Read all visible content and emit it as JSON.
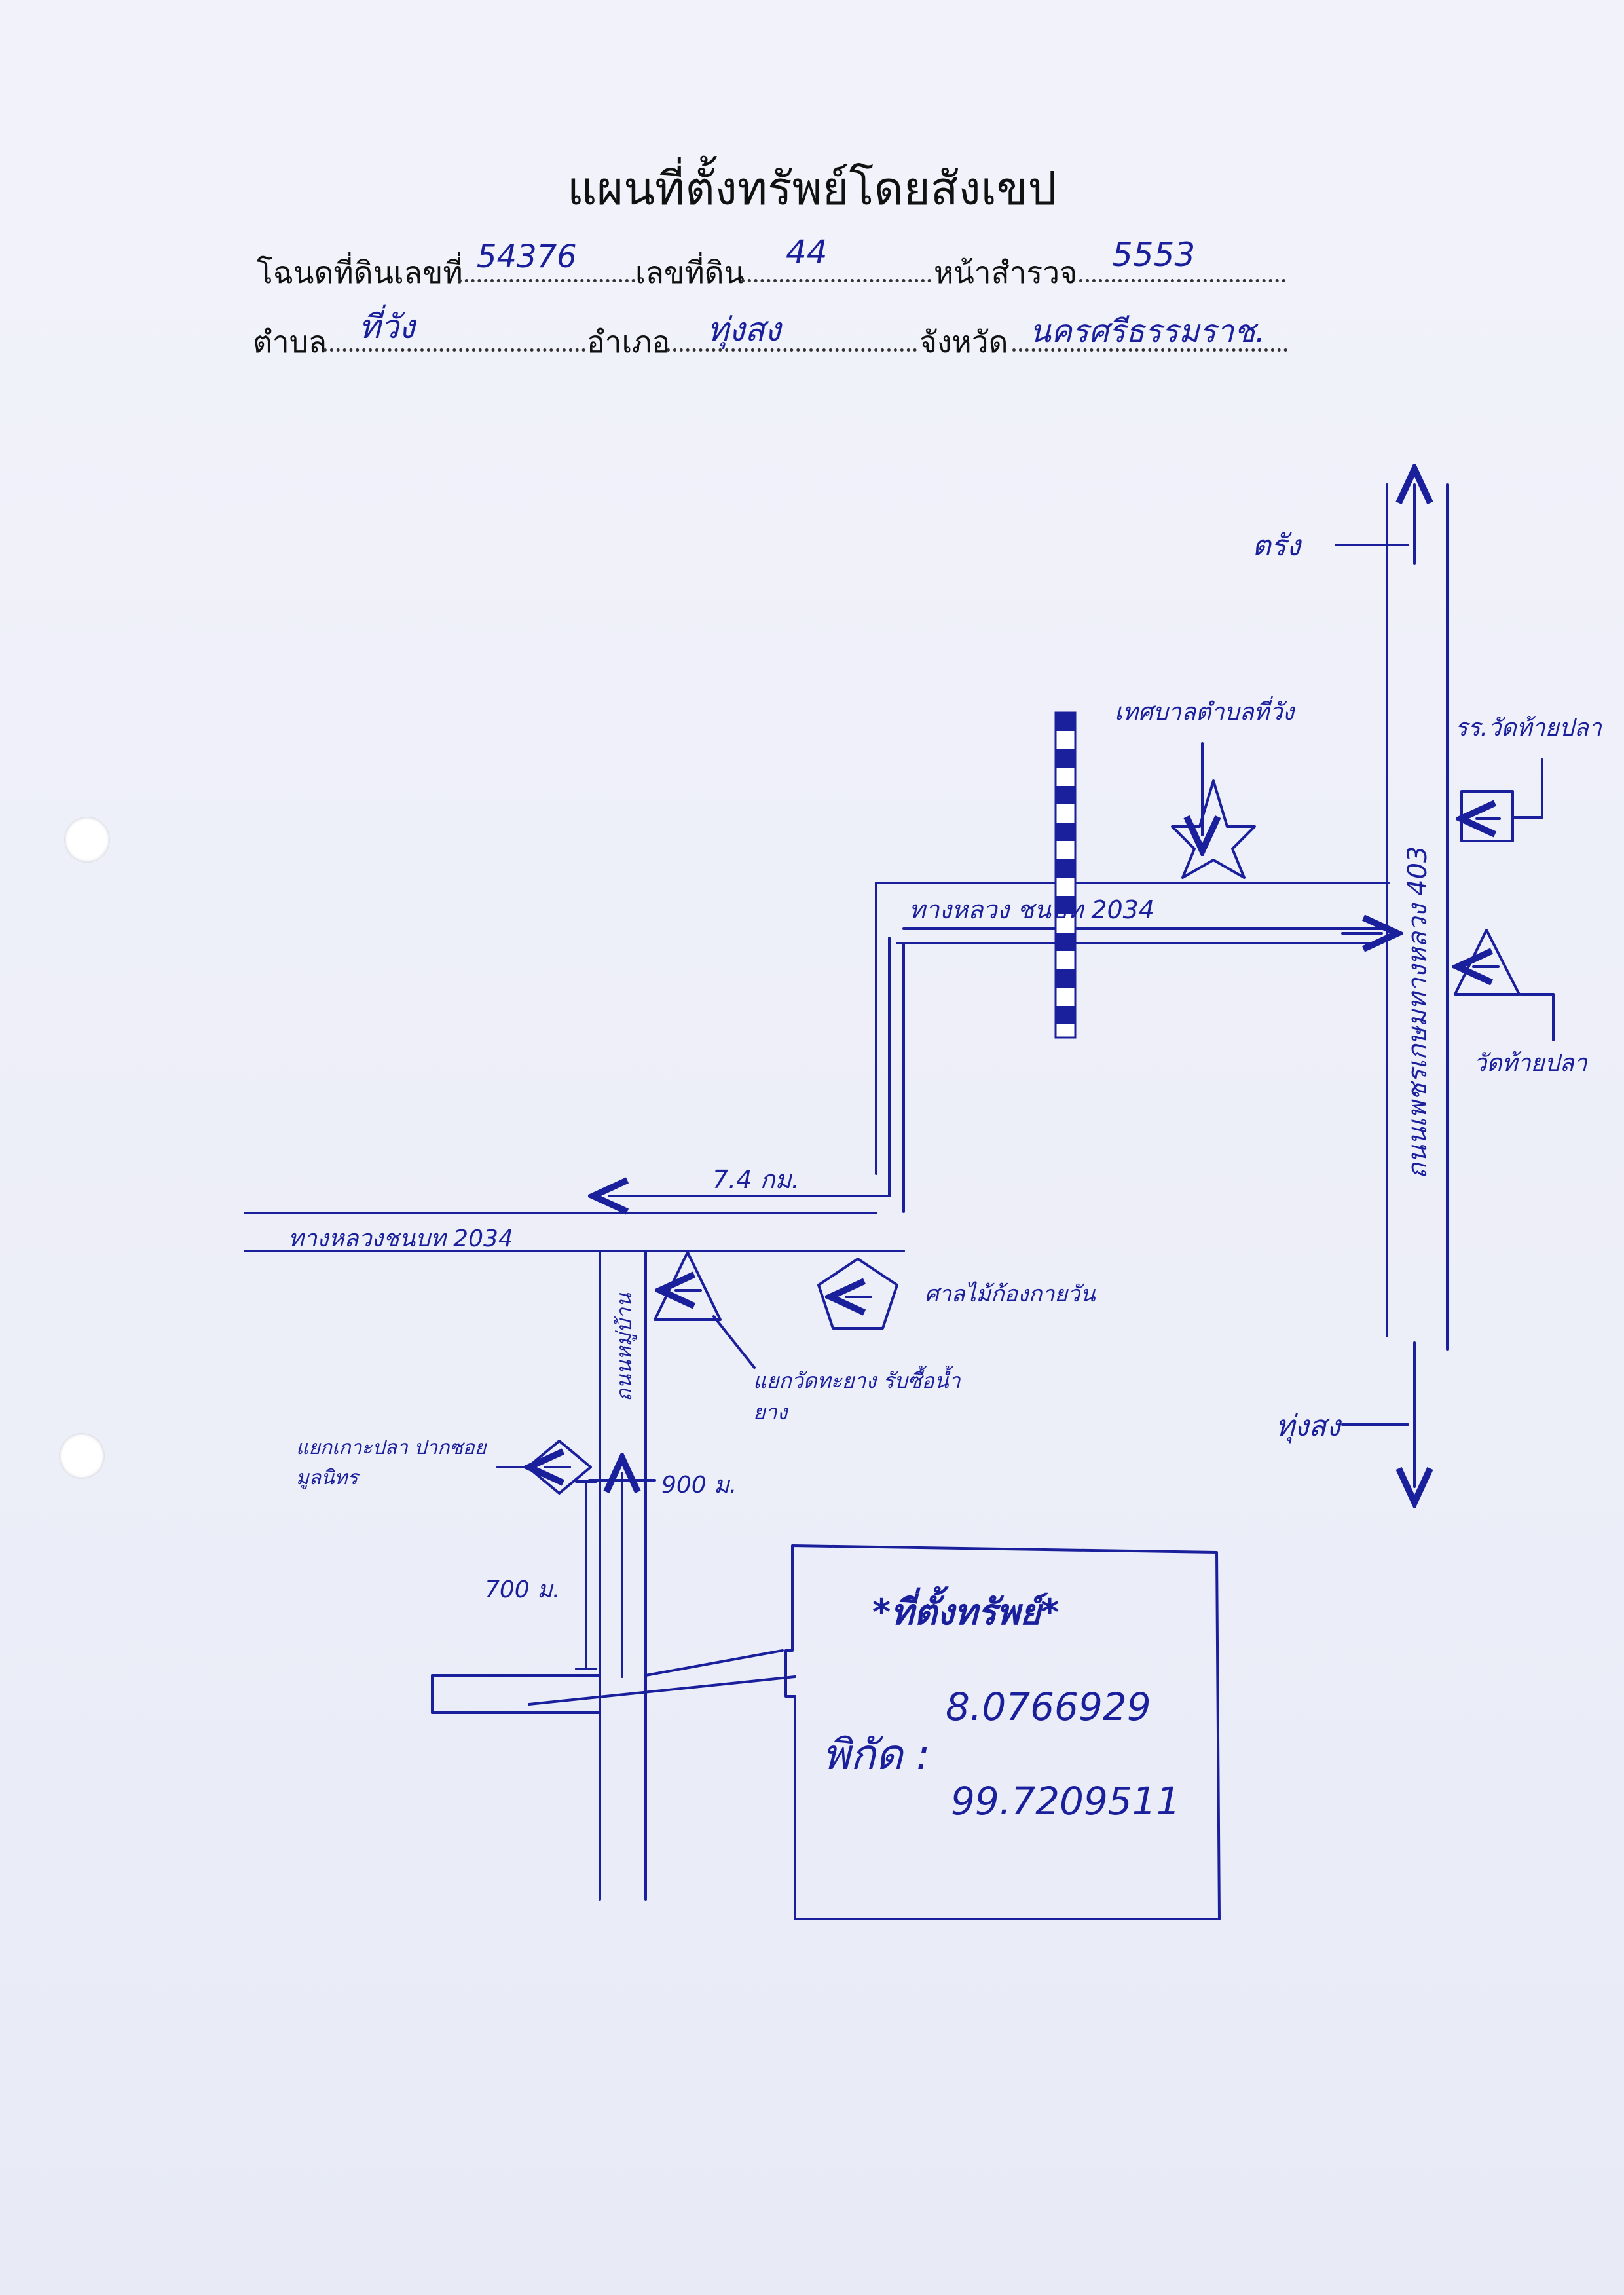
{
  "title": "แผนที่ตั้งทรัพย์โดยสังเขป",
  "deed": {
    "deed_no_label": "โฉนดที่ดินเลขที่",
    "deed_no": "54376",
    "land_no_label": "เลขที่ดิน",
    "land_no": "44",
    "survey_page_label": "หน้าสำรวจ",
    "survey_page": "5553",
    "subdistrict_label": "ตำบล",
    "subdistrict": "ที่วัง",
    "district_label": "อำเภอ",
    "district": "ทุ่งสง",
    "province_label": "จังหวัด",
    "province": "นครศรีธรรมราช."
  },
  "map": {
    "to_trang": "ตรัง",
    "to_thungsong": "ทุ่งสง",
    "highway_vertical": "ถนนเพชรเกษมทางหลวง 403",
    "highway_main": "ทางหลวง ชนบท 2034",
    "highway_left": "ทางหลวงชนบท 2034",
    "side_road": "ถนนหมู่บ้าน",
    "tambon_office": "เทศบาลตำบลที่วัง",
    "school": "รร.วัดท้ายปลา",
    "temple": "วัดท้ายปลา",
    "shrine_place": "ศาลไม้ก้องกายวัน",
    "shop_name": "แยกวัดทะยาง รับซื้อน้ำยาง",
    "junction": "แยกเกาะปลา ปากซอยมูลนิทร",
    "dist_7km": "7.4 กม.",
    "dist_900": "900 ม.",
    "dist_700": "700 ม.",
    "property_label": "*ที่ตั้งทรัพย์*",
    "coord_label": "พิกัด :",
    "lat": "8.0766929",
    "lon": "99.7209511"
  }
}
